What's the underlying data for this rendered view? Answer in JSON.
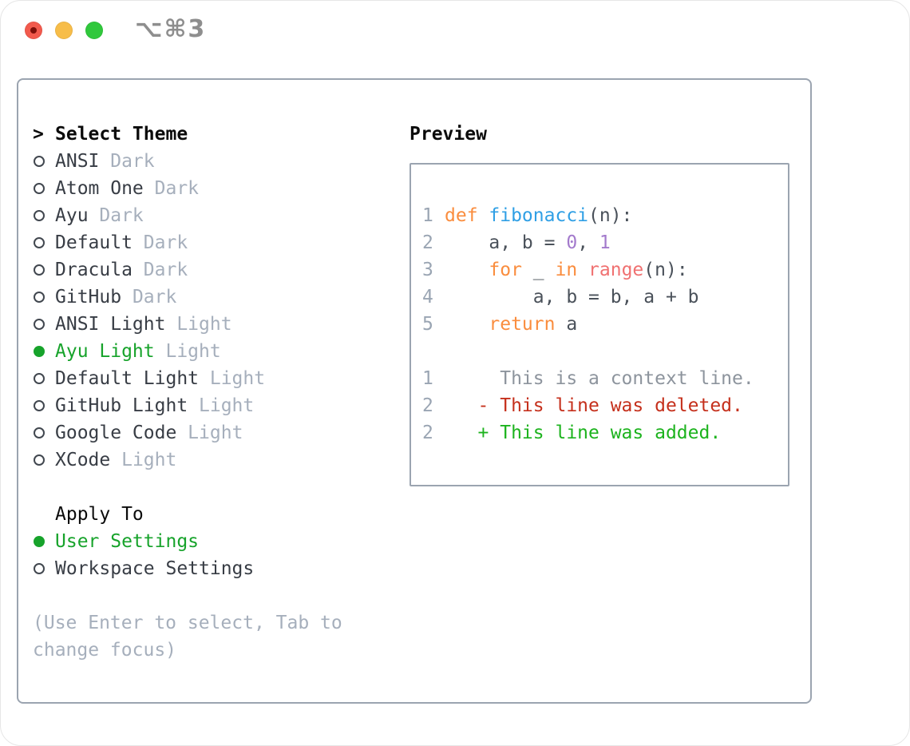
{
  "titlebar": {
    "title": "⌥⌘3",
    "traffic_lights": [
      {
        "name": "close",
        "color": "#f25a4d",
        "has_dot": true,
        "dot_color": "#7e100a"
      },
      {
        "name": "minimize",
        "color": "#f7bd49",
        "has_dot": false
      },
      {
        "name": "zoom",
        "color": "#30c83c",
        "has_dot": false
      }
    ]
  },
  "theme_picker": {
    "header_prefix": ">",
    "header": "Select Theme",
    "items": [
      {
        "name": "ANSI",
        "variant": "Dark",
        "selected": false
      },
      {
        "name": "Atom One",
        "variant": "Dark",
        "selected": false
      },
      {
        "name": "Ayu",
        "variant": "Dark",
        "selected": false
      },
      {
        "name": "Default",
        "variant": "Dark",
        "selected": false
      },
      {
        "name": "Dracula",
        "variant": "Dark",
        "selected": false
      },
      {
        "name": "GitHub",
        "variant": "Dark",
        "selected": false
      },
      {
        "name": "ANSI Light",
        "variant": "Light",
        "selected": false
      },
      {
        "name": "Ayu Light",
        "variant": "Light",
        "selected": true
      },
      {
        "name": "Default Light",
        "variant": "Light",
        "selected": false
      },
      {
        "name": "GitHub Light",
        "variant": "Light",
        "selected": false
      },
      {
        "name": "Google Code",
        "variant": "Light",
        "selected": false
      },
      {
        "name": "XCode",
        "variant": "Light",
        "selected": false
      }
    ],
    "apply_to": {
      "header": "Apply To",
      "options": [
        {
          "name": "User Settings",
          "selected": true
        },
        {
          "name": "Workspace Settings",
          "selected": false
        }
      ]
    },
    "help_lines": [
      "(Use Enter to select, Tab to",
      "change focus)"
    ]
  },
  "preview": {
    "header": "Preview",
    "lines": [
      {
        "num": "1",
        "segments": [
          {
            "text": "def ",
            "style": "keyword"
          },
          {
            "text": "fibonacci",
            "style": "function"
          },
          {
            "text": "(n):",
            "style": "default"
          }
        ]
      },
      {
        "num": "2",
        "segments": [
          {
            "text": "    a, b = ",
            "style": "default"
          },
          {
            "text": "0",
            "style": "number"
          },
          {
            "text": ", ",
            "style": "default"
          },
          {
            "text": "1",
            "style": "number"
          }
        ]
      },
      {
        "num": "3",
        "segments": [
          {
            "text": "    ",
            "style": "default"
          },
          {
            "text": "for",
            "style": "keyword"
          },
          {
            "text": " _ ",
            "style": "default"
          },
          {
            "text": "in",
            "style": "keyword"
          },
          {
            "text": " ",
            "style": "default"
          },
          {
            "text": "range",
            "style": "call"
          },
          {
            "text": "(n):",
            "style": "default"
          }
        ]
      },
      {
        "num": "4",
        "segments": [
          {
            "text": "        a, b = b, a + b",
            "style": "default"
          }
        ]
      },
      {
        "num": "5",
        "segments": [
          {
            "text": "    ",
            "style": "default"
          },
          {
            "text": "return",
            "style": "keyword"
          },
          {
            "text": " a",
            "style": "default"
          }
        ]
      },
      {
        "num": "",
        "segments": []
      },
      {
        "num": "1",
        "segments": [
          {
            "text": "     This is a context line.",
            "style": "context"
          }
        ]
      },
      {
        "num": "2",
        "segments": [
          {
            "text": "   - This line was deleted.",
            "style": "deleted"
          }
        ]
      },
      {
        "num": "2",
        "segments": [
          {
            "text": "   + This line was added.",
            "style": "added"
          }
        ]
      }
    ]
  },
  "colors": {
    "selection_green": "#17a32b",
    "panel_border": "#9ba4b0",
    "item_text": "#383d45",
    "muted_text": "#a6afbc",
    "line_number": "#9aa5b3",
    "syntax_keyword": "#fa8d3e",
    "syntax_function": "#2f9fe5",
    "syntax_number": "#a37acc",
    "syntax_call": "#f07171",
    "syntax_default": "#4a515a",
    "diff_context": "#8d949d",
    "diff_deleted": "#c5301c",
    "diff_added": "#1db31e",
    "traffic_red": "#f25a4d",
    "traffic_yellow": "#f7bd49",
    "traffic_green": "#30c83c",
    "title_gray": "#8e8e8e"
  }
}
